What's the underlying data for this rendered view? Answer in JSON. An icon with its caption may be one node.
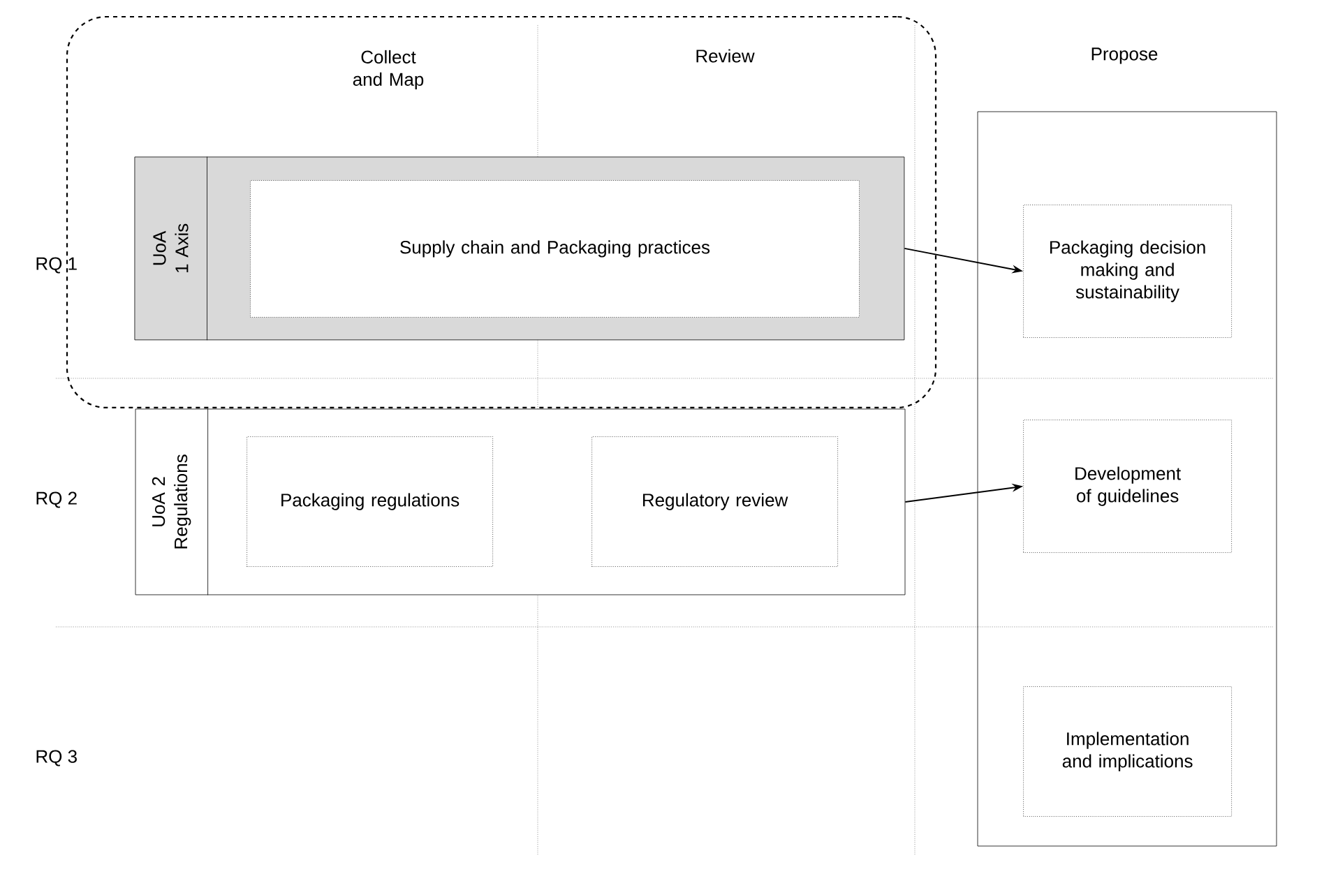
{
  "diagram": {
    "nodes": [
      {
        "text": [],
        "shape": "box"
      },
      {
        "text": [
          "UoA 1 Axis"
        ],
        "in": 0
      },
      {
        "text": [
          "Supply chain and Packaging practices"
        ],
        "in": 1
      },
      {
        "text": [
          "UoA 2 Regulations"
        ]
      },
      {
        "text": [
          "Packaging regulations"
        ],
        "in": 3
      },
      {
        "text": [
          "Regulatory review"
        ],
        "in": 3
      },
      {
        "text": [],
        "shape": "box"
      },
      {
        "text": [
          "Packaging decision making and sustainability"
        ],
        "in": 6
      },
      {
        "text": [
          "Development of guidelines"
        ],
        "in": 6
      },
      {
        "text": [
          "Implementation and implications"
        ],
        "in": 6
      }
    ],
    "edges": [
      {
        "from": 1,
        "to": 7,
        "arrow": "to"
      },
      {
        "from": 3,
        "to": 8,
        "arrow": "to"
      }
    ],
    "labels": [
      "Collect and Map",
      "Review",
      "Propose",
      "RQ 1",
      "RQ 2",
      "RQ 3"
    ]
  }
}
